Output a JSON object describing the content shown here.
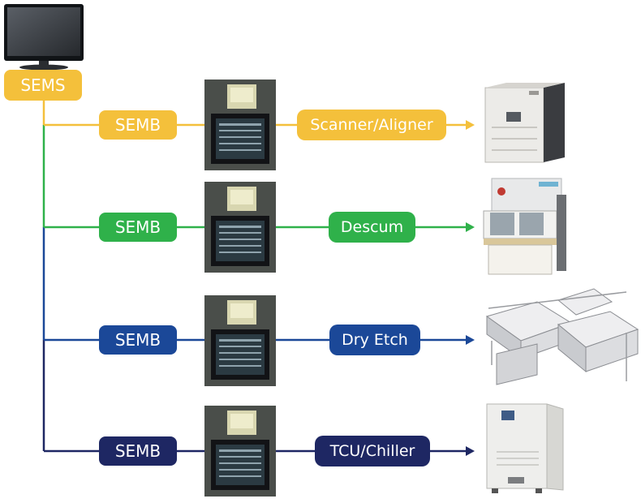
{
  "colors": {
    "yellow": "#F4C03B",
    "green": "#2FB14A",
    "blue": "#1B4898",
    "navy": "#1E2763"
  },
  "root": {
    "label": "SEMS",
    "icon": "monitor-icon"
  },
  "rows": [
    {
      "controller": "SEMB",
      "equipment": "Scanner/Aligner",
      "color": "#F4C03B",
      "icon": "scanner-machine-icon"
    },
    {
      "controller": "SEMB",
      "equipment": "Descum",
      "color": "#2FB14A",
      "icon": "descum-machine-icon"
    },
    {
      "controller": "SEMB",
      "equipment": "Dry Etch",
      "color": "#1B4898",
      "icon": "dry-etch-machine-icon"
    },
    {
      "controller": "SEMB",
      "equipment": "TCU/Chiller",
      "color": "#1E2763",
      "icon": "chiller-machine-icon"
    }
  ]
}
